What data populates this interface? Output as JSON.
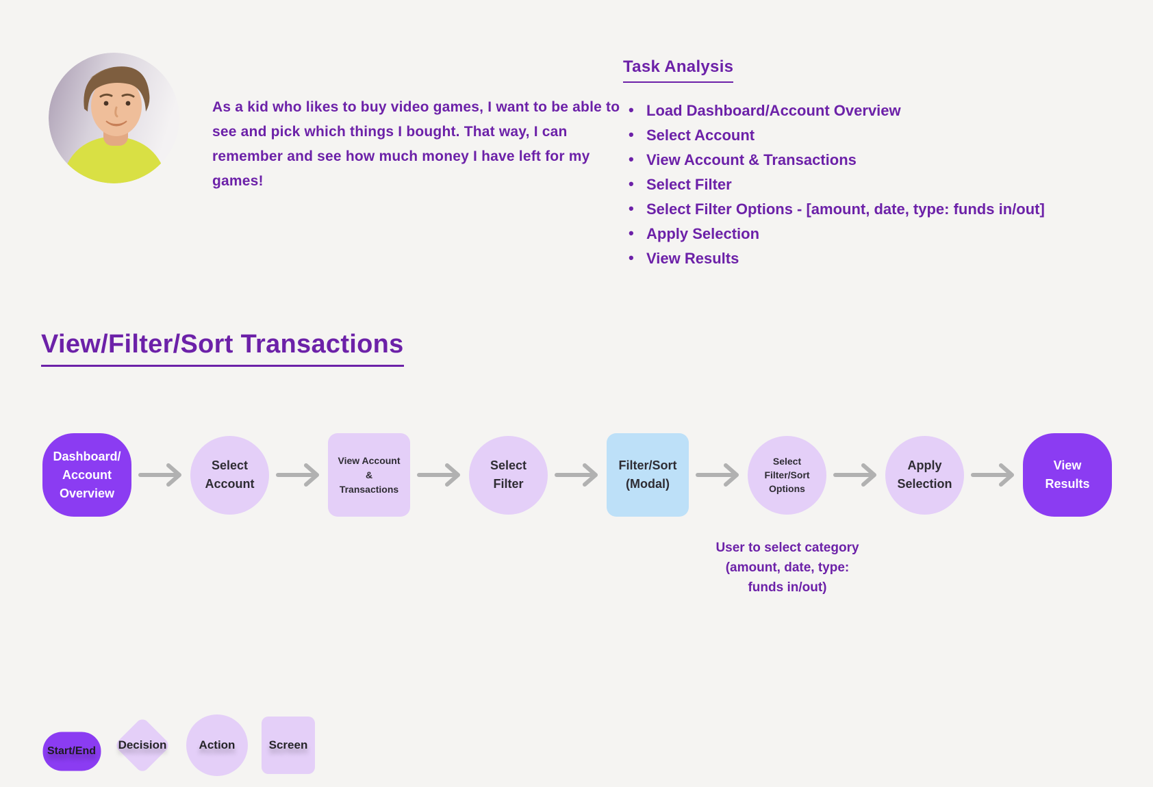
{
  "persona": {
    "avatar": "teen-boy-photo",
    "quote": "As a kid who likes to buy video games, I want to be able to see and pick which things I bought. That way, I can remember and see how much money I have left for my games!"
  },
  "task_analysis": {
    "heading": "Task Analysis",
    "items": [
      "Load Dashboard/Account Overview",
      "Select Account",
      "View Account & Transactions",
      "Select Filter",
      "Select Filter Options - [amount, date, type: funds in/out]",
      "Apply Selection",
      "View Results"
    ]
  },
  "flow": {
    "title": "View/Filter/Sort Transactions",
    "steps": [
      {
        "label": "Dashboard/ Account Overview",
        "type": "start-end"
      },
      {
        "label": "Select Account",
        "type": "action"
      },
      {
        "label": "View Account & Transactions",
        "type": "screen"
      },
      {
        "label": "Select Filter",
        "type": "action"
      },
      {
        "label": "Filter/Sort (Modal)",
        "type": "modal-screen"
      },
      {
        "label": "Select Filter/Sort Options",
        "type": "action"
      },
      {
        "label": "Apply Selection",
        "type": "action"
      },
      {
        "label": "View Results",
        "type": "start-end"
      }
    ],
    "annotation_lines": [
      "User to select category",
      "(amount, date, type:",
      "funds in/out)"
    ]
  },
  "legend": {
    "items": [
      {
        "label": "Start/End",
        "shape": "pill"
      },
      {
        "label": "Decision",
        "shape": "diamond"
      },
      {
        "label": "Action",
        "shape": "circle"
      },
      {
        "label": "Screen",
        "shape": "rectangle"
      }
    ]
  },
  "colors": {
    "background": "#F5F4F2",
    "primary_purple": "#8B3CF2",
    "lavender": "#E4CFF8",
    "modal_blue": "#BDE0F8",
    "text_purple": "#6C21A8",
    "arrow_gray": "#B1B1B1",
    "dark_text": "#2E2C33"
  }
}
